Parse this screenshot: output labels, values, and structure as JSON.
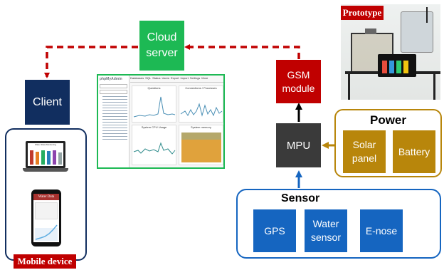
{
  "nodes": {
    "cloud": "Cloud\nserver",
    "client": "Client",
    "gsm": "GSM\nmodule",
    "mpu": "MPU",
    "solar": "Solar\npanel",
    "battery": "Battery",
    "gps": "GPS",
    "water": "Water\nsensor",
    "enose": "E-nose"
  },
  "groups": {
    "power": "Power",
    "sensor": "Sensor"
  },
  "labels": {
    "prototype": "Prototype",
    "mobile_device": "Mobile device",
    "phone_title": "Water Data",
    "laptop_title": "Water Data Monitoring"
  },
  "dashboard": {
    "brand": "phpMyAdmin",
    "tabs": [
      "Databases",
      "SQL",
      "Status",
      "Users",
      "Export",
      "Import",
      "Settings",
      "More"
    ],
    "chart_titles": [
      "Questions",
      "Connections / Processes",
      "System CPU Usage",
      "System memory"
    ]
  },
  "colors": {
    "cloud": "#1db954",
    "navy": "#112e5f",
    "gsm": "#c00000",
    "mpu": "#3a3a3a",
    "gold": "#b8860b",
    "blue": "#1565c0",
    "arrow_red": "#c00000"
  }
}
